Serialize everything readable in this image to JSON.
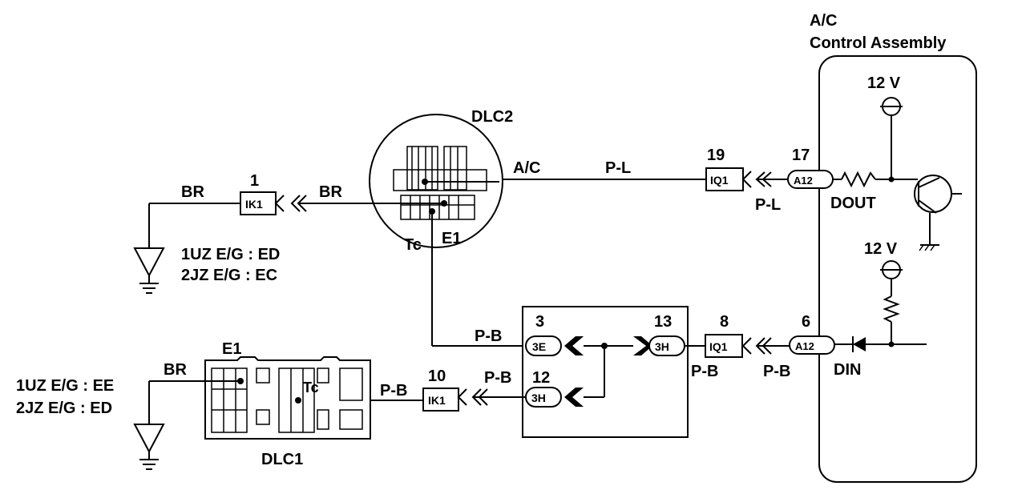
{
  "assembly": {
    "title_line1": "A/C",
    "title_line2": "Control Assembly",
    "supply_top": "12 V",
    "supply_bottom": "12 V",
    "dout_label": "DOUT",
    "din_label": "DIN"
  },
  "dlc2": {
    "name": "DLC2",
    "pin_tc": "Tc",
    "pin_e1": "E1",
    "pin_ac": "A/C"
  },
  "dlc1": {
    "name": "DLC1",
    "pin_e1": "E1",
    "pin_tc": "Tc"
  },
  "connectors": {
    "a12_top": {
      "pin": "17",
      "code": "A12"
    },
    "iq1_top": {
      "pin": "19",
      "code": "IQ1"
    },
    "ik1_top": {
      "pin": "1",
      "code": "IK1"
    },
    "a12_bot": {
      "pin": "6",
      "code": "A12"
    },
    "iq1_bot": {
      "pin": "8",
      "code": "IQ1"
    },
    "ik1_bot": {
      "pin": "10",
      "code": "IK1"
    }
  },
  "junction": {
    "pin_3": "3",
    "code_3": "3E",
    "pin_13": "13",
    "code_13": "3H",
    "pin_12": "12",
    "code_12": "3H"
  },
  "wires": {
    "br": "BR",
    "pl": "P-L",
    "pb": "P-B"
  },
  "grounds": {
    "top_line1": "1UZ E/G  : ED",
    "top_line2": "2JZ E/G  : EC",
    "bottom_line1": "1UZ E/G  : EE",
    "bottom_line2": "2JZ E/G  : ED"
  }
}
